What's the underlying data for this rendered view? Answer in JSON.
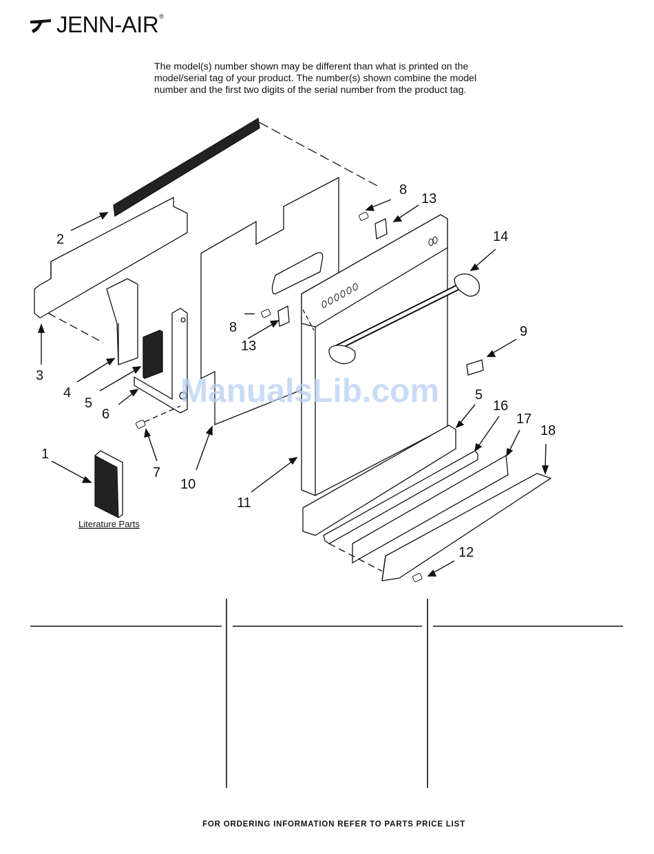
{
  "brand": {
    "name": "JENN-AIR",
    "registered": "®"
  },
  "disclaimer": {
    "lines": [
      "The model(s) number shown may be different than what is printed on the",
      "model/serial tag of your product. The number(s) shown combine the model",
      "number and the first two digits of the serial number from the product tag."
    ]
  },
  "diagram": {
    "callouts": [
      "1",
      "2",
      "3",
      "4",
      "5",
      "6",
      "7",
      "8",
      "9",
      "10",
      "11",
      "12",
      "13",
      "14",
      "5",
      "16",
      "17",
      "18",
      "8",
      "13"
    ],
    "literature_label": "Literature Parts",
    "watermark": "ManualsLib.com"
  },
  "footer": {
    "text": "FOR ORDERING INFORMATION REFER TO PARTS PRICE LIST"
  }
}
